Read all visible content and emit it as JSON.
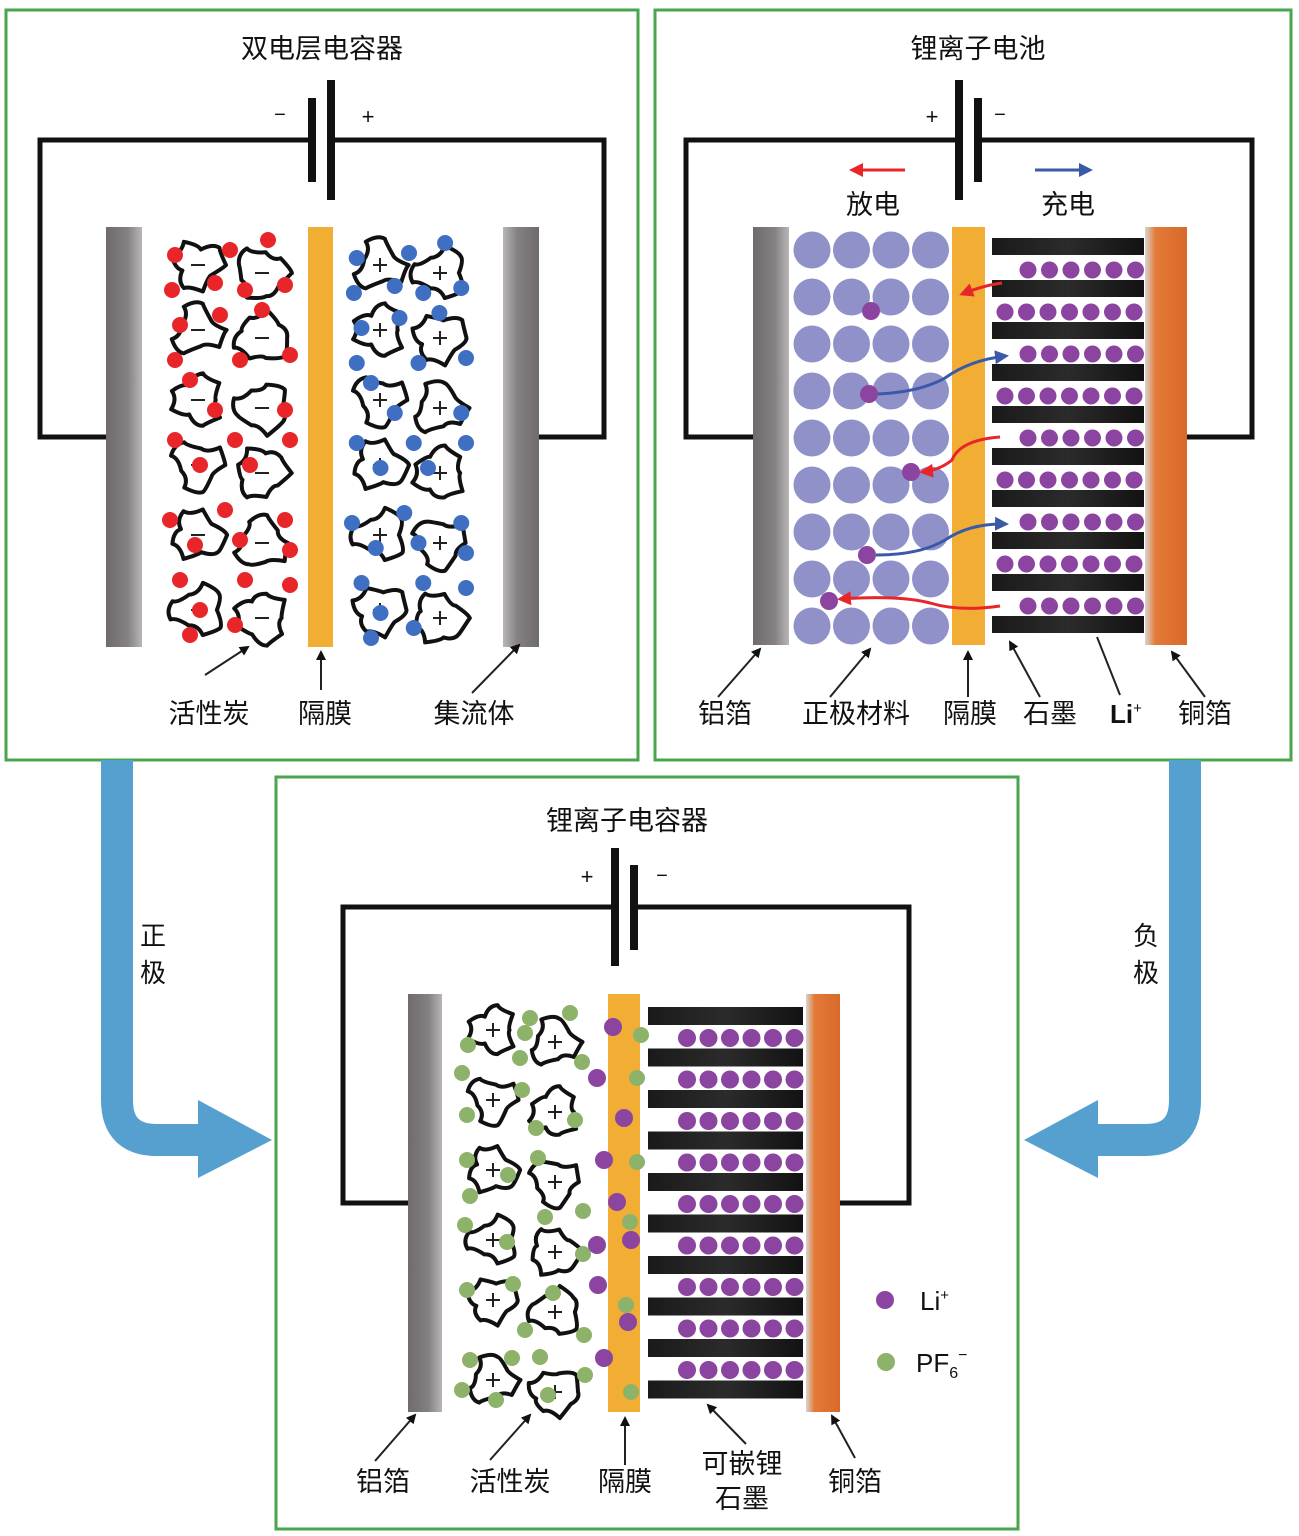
{
  "panels": {
    "edlc": {
      "title": "双电层电容器",
      "battery_left_sign": "−",
      "battery_right_sign": "+",
      "labels": [
        "活性炭",
        "隔膜",
        "集流体"
      ],
      "left_ion_color": "#e8262a",
      "right_ion_color": "#3f6fc2"
    },
    "lib": {
      "title": "锂离子电池",
      "battery_left_sign": "+",
      "battery_right_sign": "−",
      "discharge_label": "放电",
      "charge_label": "充电",
      "discharge_color": "#e8262a",
      "charge_color": "#3a5aa8",
      "labels": [
        "铝箔",
        "正极材料",
        "隔膜",
        "石墨",
        "Li",
        "铜箔"
      ],
      "li_superscript": "+"
    },
    "lic": {
      "title": "锂离子电容器",
      "battery_left_sign": "+",
      "battery_right_sign": "−",
      "labels": [
        "铝箔",
        "活性炭",
        "隔膜",
        "可嵌锂",
        "石墨",
        "铜箔"
      ],
      "legend": [
        {
          "symbol": "Li",
          "superscript": "+",
          "subscript": "",
          "color": "#8b44a0"
        },
        {
          "symbol": "PF",
          "superscript": "−",
          "subscript": "6",
          "color": "#8db26a"
        }
      ]
    }
  },
  "flow_arrows": {
    "left_label": [
      "正",
      "极"
    ],
    "right_label": [
      "负",
      "极"
    ],
    "color": "#56a0d0"
  },
  "colors": {
    "panel_border": "#4aa64e",
    "aluminum_foil": "#7e7a7c",
    "separator": "#f2ad34",
    "copper_foil": "#e07030",
    "cathode_particle": "#8f91c8",
    "li_ion": "#8b44a0",
    "graphite": "#161616"
  }
}
